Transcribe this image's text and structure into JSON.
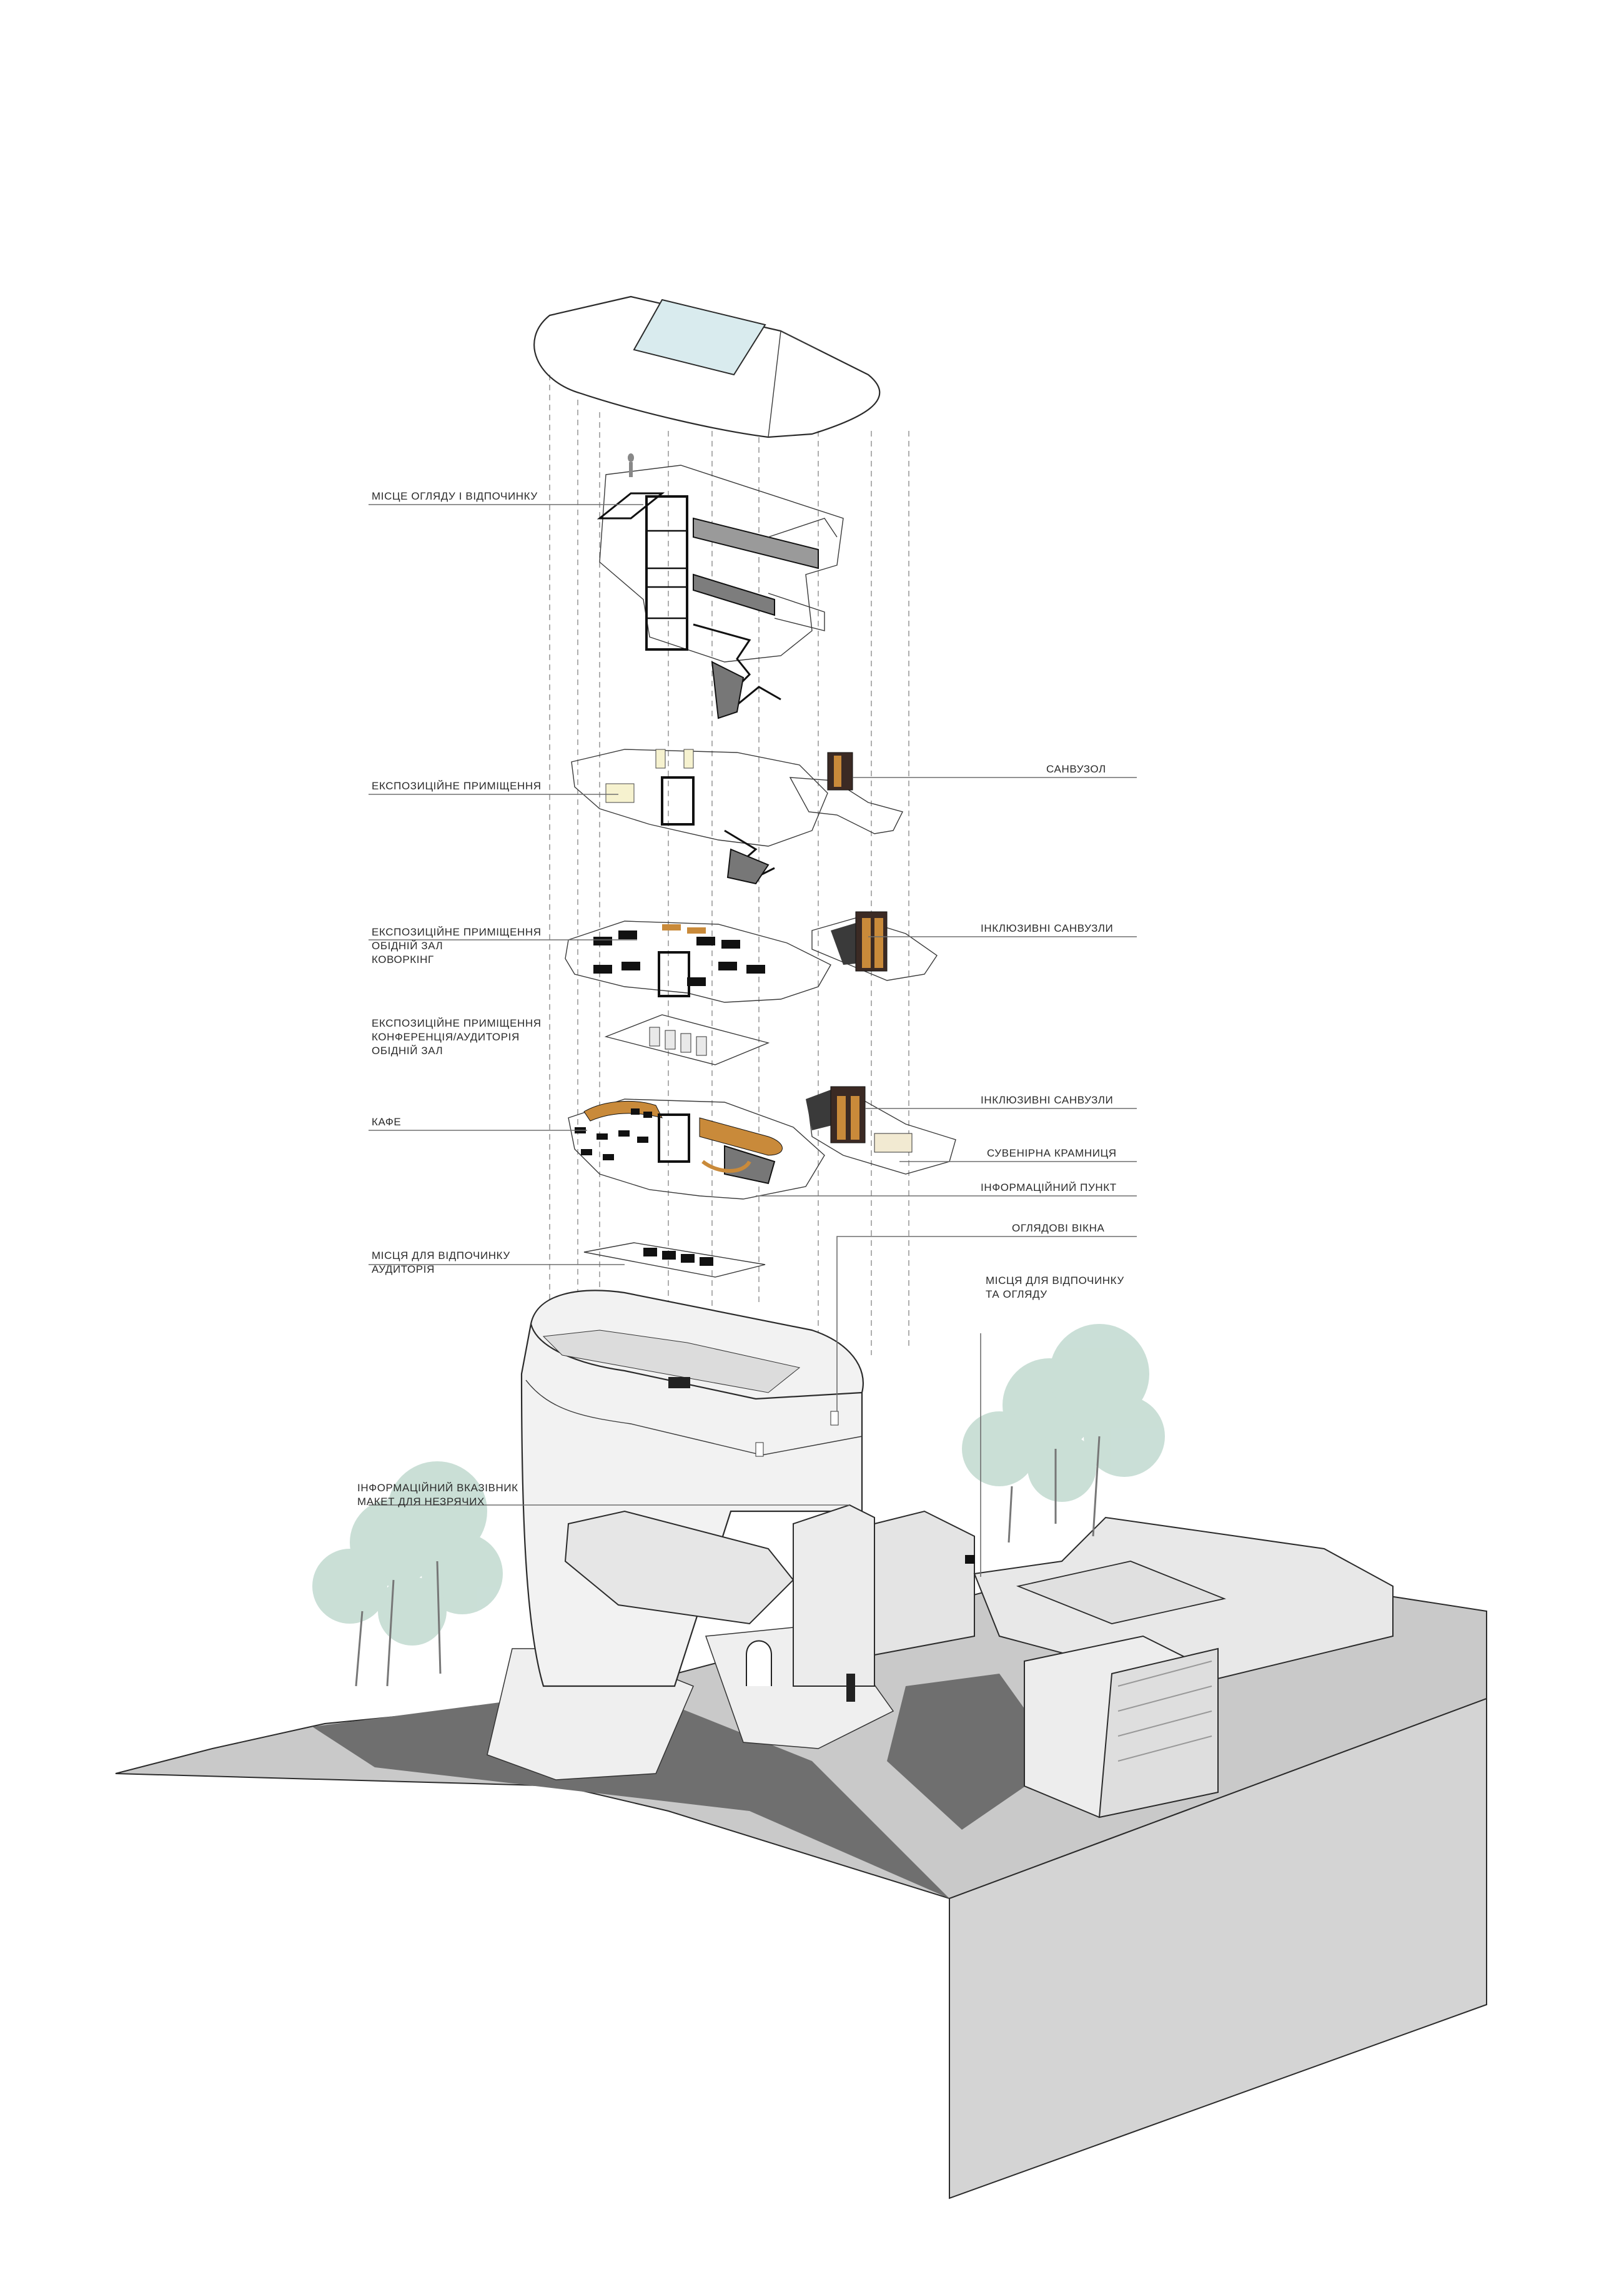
{
  "labels_left": [
    {
      "id": "viewing",
      "lines": [
        "МІСЦЕ ОГЛЯДУ І ВІДПОЧИНКУ"
      ]
    },
    {
      "id": "expo1",
      "lines": [
        "ЕКСПОЗИЦІЙНЕ ПРИМІЩЕННЯ"
      ]
    },
    {
      "id": "expo2",
      "lines": [
        "ЕКСПОЗИЦІЙНЕ ПРИМІЩЕННЯ",
        "ОБІДНІЙ ЗАЛ",
        "КОВОРКІНГ"
      ]
    },
    {
      "id": "expo3",
      "lines": [
        "ЕКСПОЗИЦІЙНЕ ПРИМІЩЕННЯ",
        "КОНФЕРЕНЦІЯ/АУДИТОРІЯ",
        "ОБІДНІЙ ЗАЛ"
      ]
    },
    {
      "id": "cafe",
      "lines": [
        "КАФЕ"
      ]
    },
    {
      "id": "rest_aud",
      "lines": [
        "МІСЦЯ ДЛЯ ВІДПОЧИНКУ",
        "АУДИТОРІЯ"
      ]
    },
    {
      "id": "info_sign",
      "lines": [
        "ІНФОРМАЦІЙНИЙ ВКАЗІВНИК",
        "МАКЕТ ДЛЯ НЕЗРЯЧИХ"
      ]
    }
  ],
  "labels_right": [
    {
      "id": "wc",
      "lines": [
        "САНВУЗОЛ"
      ]
    },
    {
      "id": "incl_wc1",
      "lines": [
        "ІНКЛЮЗИВНІ САНВУЗЛИ"
      ]
    },
    {
      "id": "incl_wc2",
      "lines": [
        "ІНКЛЮЗИВНІ САНВУЗЛИ"
      ]
    },
    {
      "id": "souvenir",
      "lines": [
        "СУВЕНІРНА КРАМНИЦЯ"
      ]
    },
    {
      "id": "info_point",
      "lines": [
        "ІНФОРМАЦІЙНИЙ ПУНКТ"
      ]
    },
    {
      "id": "windows",
      "lines": [
        "ОГЛЯДОВІ ВІКНА"
      ]
    },
    {
      "id": "rest_view",
      "lines": [
        "МІСЦЯ ДЛЯ ВІДПОЧИНКУ",
        "ТА ОГЛЯДУ"
      ]
    }
  ],
  "colors": {
    "roof_fill": "#f1f1f1",
    "skylight": "#d9ebee",
    "slab_fill": "#efefef",
    "ground_dark": "#6f6f6f",
    "ground_mid": "#c9c9c9",
    "terrain_side": "#d4d4d4",
    "tree_foliage": "#9fc5b6",
    "wood_accent": "#c98a3a",
    "dark_box": "#3b2a24"
  }
}
